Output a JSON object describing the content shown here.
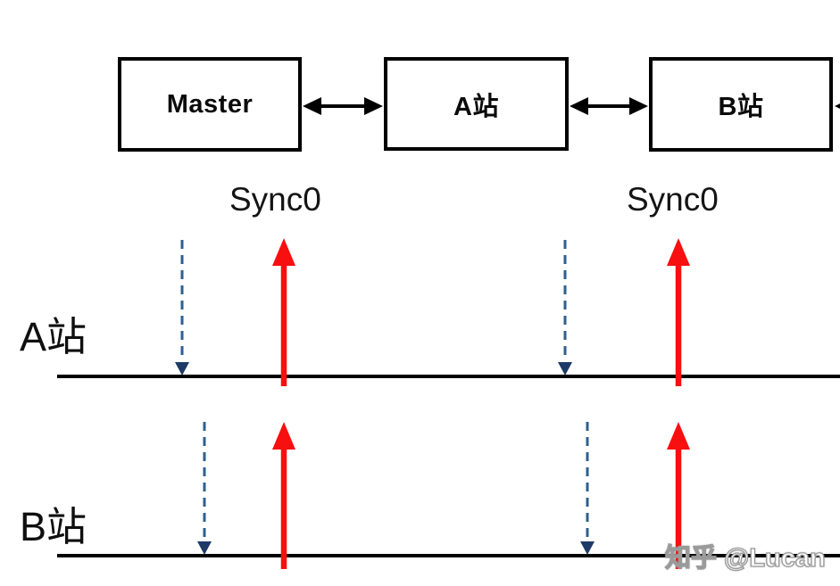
{
  "topology": {
    "nodes": [
      {
        "id": "master",
        "label": "Master"
      },
      {
        "id": "station-a",
        "label": "A站"
      },
      {
        "id": "station-b",
        "label": "B站"
      }
    ],
    "links": [
      {
        "from": "master",
        "to": "station-a",
        "type": "bidirectional"
      },
      {
        "from": "station-a",
        "to": "station-b",
        "type": "bidirectional"
      },
      {
        "from": "station-b",
        "to": "offscreen-right",
        "type": "bidirectional-clipped"
      }
    ]
  },
  "sync_labels": [
    {
      "text": "Sync0"
    },
    {
      "text": "Sync0"
    }
  ],
  "timelines": [
    {
      "label": "A站",
      "frame_arrival_arrows": 2,
      "sync0_pulse_arrows": 2
    },
    {
      "label": "B站",
      "frame_arrival_arrows": 2,
      "sync0_pulse_arrows": 2
    }
  ],
  "watermark": {
    "text": "知乎 @Lucan"
  },
  "colors": {
    "background": "#ffffff",
    "line": "#000000",
    "sync_arrow": "#f80f0f",
    "frame_arrow_line": "#2f5f8f",
    "frame_arrow_head": "#1d3a66"
  }
}
